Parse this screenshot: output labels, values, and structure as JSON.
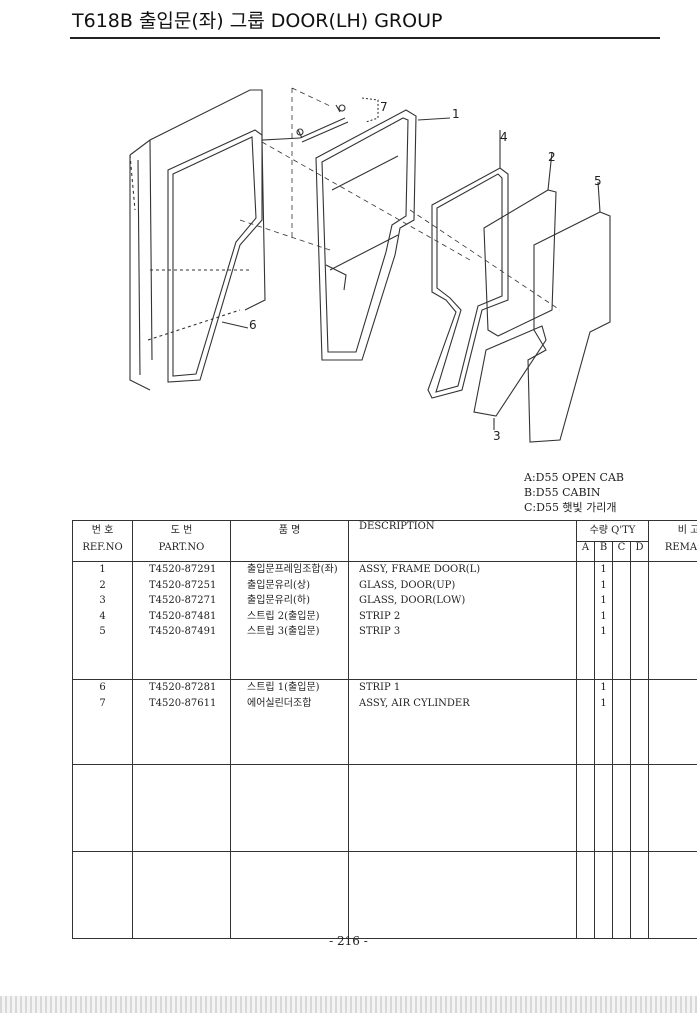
{
  "header": {
    "title": "T618B 출입문(좌) 그룹 DOOR(LH) GROUP"
  },
  "diagram": {
    "callouts": [
      "1",
      "4",
      "2",
      "5",
      "7",
      "6",
      "3"
    ]
  },
  "legend": {
    "lines": [
      "A:D55 OPEN CAB",
      "B:D55 CABIN",
      "C:D55 햇빛 가리개"
    ]
  },
  "table": {
    "headers": {
      "ref_kor": "번 호",
      "ref_eng": "REF.NO",
      "part_kor": "도 번",
      "part_eng": "PART.NO",
      "name_kor": "품  명",
      "description": "DESCRIPTION",
      "qty": "수량 Q'TY",
      "qty_cols": [
        "A",
        "B",
        "C",
        "D"
      ],
      "remark_kor": "비 고",
      "remark_eng": "REMARK"
    },
    "groups": [
      {
        "rows": [
          {
            "ref": "1",
            "part": "T4520-87291",
            "kor": "출입문프레임조합(좌)",
            "desc": "ASSY, FRAME DOOR(L)",
            "a": "",
            "b": "1",
            "c": "",
            "d": ""
          },
          {
            "ref": "2",
            "part": "T4520-87251",
            "kor": "출입문유리(상)",
            "desc": "GLASS, DOOR(UP)",
            "a": "",
            "b": "1",
            "c": "",
            "d": ""
          },
          {
            "ref": "3",
            "part": "T4520-87271",
            "kor": "출입문유리(하)",
            "desc": "GLASS, DOOR(LOW)",
            "a": "",
            "b": "1",
            "c": "",
            "d": ""
          },
          {
            "ref": "4",
            "part": "T4520-87481",
            "kor": "스트립 2(출입문)",
            "desc": "STRIP 2",
            "a": "",
            "b": "1",
            "c": "",
            "d": ""
          },
          {
            "ref": "5",
            "part": "T4520-87491",
            "kor": "스트립 3(출입문)",
            "desc": "STRIP 3",
            "a": "",
            "b": "1",
            "c": "",
            "d": ""
          }
        ]
      },
      {
        "rows": [
          {
            "ref": "6",
            "part": "T4520-87281",
            "kor": "스트립 1(출입문)",
            "desc": "STRIP 1",
            "a": "",
            "b": "1",
            "c": "",
            "d": ""
          },
          {
            "ref": "7",
            "part": "T4520-87611",
            "kor": "에어실린더조합",
            "desc": "ASSY, AIR CYLINDER",
            "a": "",
            "b": "1",
            "c": "",
            "d": ""
          }
        ]
      },
      {
        "rows": []
      },
      {
        "rows": []
      }
    ]
  },
  "footer": {
    "page": "- 216 -"
  }
}
